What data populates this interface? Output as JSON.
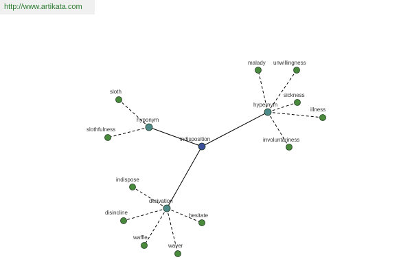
{
  "header": {
    "url": "http://www.artikata.com"
  },
  "colors": {
    "center_node": "#3b4f9a",
    "relation_node": "#4f8a8b",
    "leaf_node": "#4a8a3c",
    "node_stroke": "#1f3a1f",
    "edge": "#000000",
    "url_text": "#2e7d32"
  },
  "graph": {
    "nodes": [
      {
        "id": "indisposition",
        "label": "indisposition",
        "kind": "center"
      },
      {
        "id": "hyponym1",
        "label": "hyponym",
        "kind": "relation"
      },
      {
        "id": "hypernym",
        "label": "hypernym",
        "kind": "relation"
      },
      {
        "id": "derivation",
        "label": "derivation",
        "kind": "relation"
      },
      {
        "id": "sloth",
        "label": "sloth",
        "kind": "leaf"
      },
      {
        "id": "slothfulness",
        "label": "slothfulness",
        "kind": "leaf"
      },
      {
        "id": "malady",
        "label": "malady",
        "kind": "leaf"
      },
      {
        "id": "unwillingness",
        "label": "unwillingness",
        "kind": "leaf"
      },
      {
        "id": "sickness",
        "label": "sickness",
        "kind": "leaf"
      },
      {
        "id": "illness",
        "label": "illness",
        "kind": "leaf"
      },
      {
        "id": "involuntariness",
        "label": "involuntariness",
        "kind": "leaf"
      },
      {
        "id": "indispose",
        "label": "indispose",
        "kind": "leaf"
      },
      {
        "id": "disincline",
        "label": "disincline",
        "kind": "leaf"
      },
      {
        "id": "waffle",
        "label": "waffle",
        "kind": "leaf"
      },
      {
        "id": "waver",
        "label": "waver",
        "kind": "leaf"
      },
      {
        "id": "hesitate",
        "label": "hesitate",
        "kind": "leaf"
      }
    ],
    "edges": [
      {
        "from": "indisposition",
        "to": "hyponym1",
        "style": "solid"
      },
      {
        "from": "indisposition",
        "to": "hypernym",
        "style": "solid"
      },
      {
        "from": "indisposition",
        "to": "derivation",
        "style": "solid"
      },
      {
        "from": "hyponym1",
        "to": "sloth",
        "style": "dashed"
      },
      {
        "from": "hyponym1",
        "to": "slothfulness",
        "style": "dashed"
      },
      {
        "from": "hypernym",
        "to": "malady",
        "style": "dashed"
      },
      {
        "from": "hypernym",
        "to": "unwillingness",
        "style": "dashed"
      },
      {
        "from": "hypernym",
        "to": "sickness",
        "style": "dashed"
      },
      {
        "from": "hypernym",
        "to": "illness",
        "style": "dashed"
      },
      {
        "from": "hypernym",
        "to": "involuntariness",
        "style": "dashed"
      },
      {
        "from": "derivation",
        "to": "indispose",
        "style": "dashed"
      },
      {
        "from": "derivation",
        "to": "disincline",
        "style": "dashed"
      },
      {
        "from": "derivation",
        "to": "waffle",
        "style": "dashed"
      },
      {
        "from": "derivation",
        "to": "waver",
        "style": "dashed"
      },
      {
        "from": "derivation",
        "to": "hesitate",
        "style": "dashed"
      }
    ]
  }
}
